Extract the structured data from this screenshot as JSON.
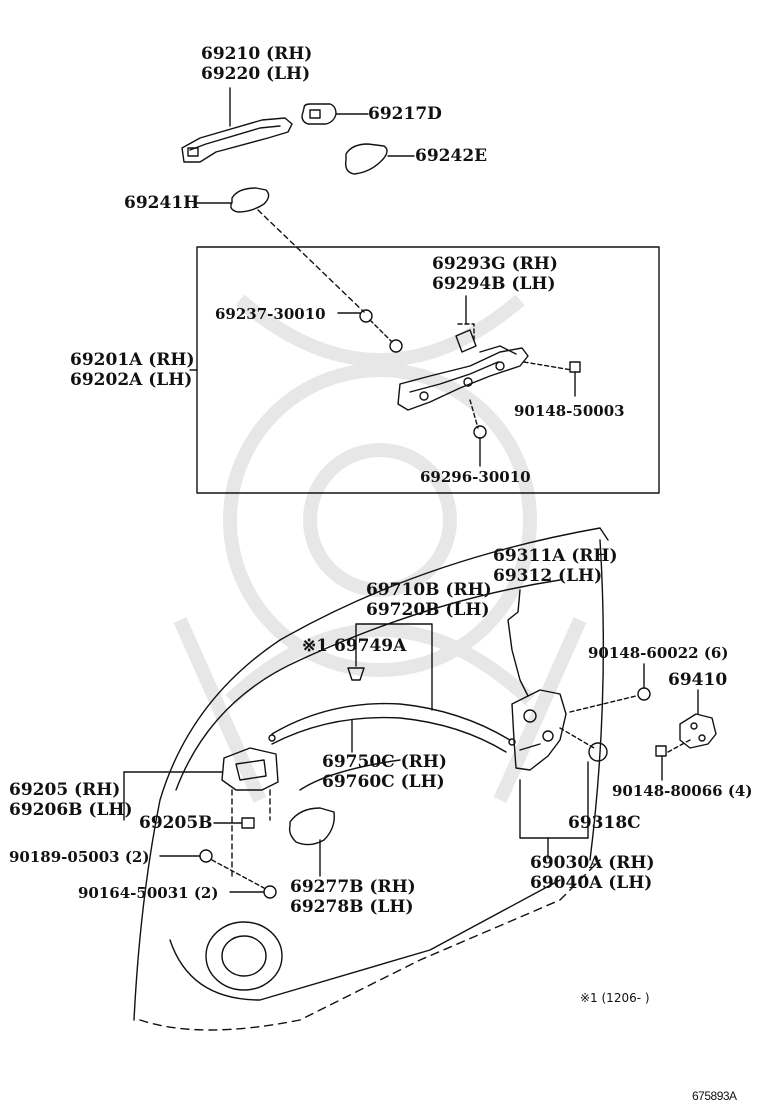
{
  "diagram": {
    "labels": {
      "p69210": "69210 (RH)",
      "p69220": "69220 (LH)",
      "p69217d": "69217D",
      "p69242e": "69242E",
      "p69241h": "69241H",
      "p69293g": "69293G (RH)",
      "p69294b": "69294B (LH)",
      "p69237": "69237-30010",
      "p69201a": "69201A (RH)",
      "p69202a": "69202A (LH)",
      "p90148_50003": "90148-50003",
      "p69296": "69296-30010",
      "p69311a": "69311A (RH)",
      "p69312": "69312 (LH)",
      "p69710b": "69710B (RH)",
      "p69720b": "69720B (LH)",
      "p69749a": "※1 69749A",
      "p90148_60022": "90148-60022 (6)",
      "p69410": "69410",
      "p69750c": "69750C (RH)",
      "p69760c": "69760C (LH)",
      "p69205rh": "69205 (RH)",
      "p69206b": "69206B (LH)",
      "p69205b": "69205B",
      "p90148_80066": "90148-80066 (4)",
      "p69318c": "69318C",
      "p90189": "90189-05003 (2)",
      "p69277b": "69277B (RH)",
      "p69278b": "69278B (LH)",
      "p90164": "90164-50031 (2)",
      "p69030a": "69030A (RH)",
      "p69040a": "69040A (LH)",
      "footnote": "※1 (1206-      )",
      "figure_code": "675893A"
    },
    "colors": {
      "ink": "#111111",
      "background": "#ffffff"
    }
  }
}
